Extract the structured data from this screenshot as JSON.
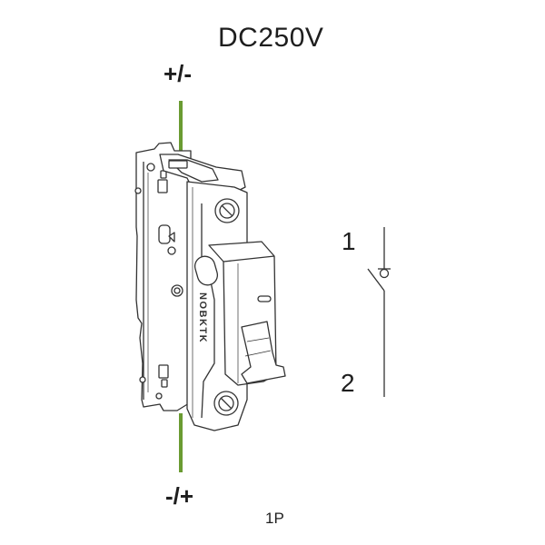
{
  "title": "DC250V",
  "polarity": {
    "top": "+/-",
    "bottom": "-/+"
  },
  "pole_label": "1P",
  "symbol": {
    "terminal_1": "1",
    "terminal_2": "2"
  },
  "brand_text": "NOBKTK",
  "colors": {
    "wire": "#6a9b32",
    "outline": "#333333",
    "background": "#ffffff"
  }
}
